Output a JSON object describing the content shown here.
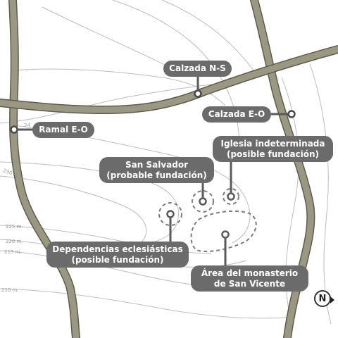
{
  "labels": {
    "calzada_ns": "Calzada N-S",
    "calzada_eo": "Calzada E-O",
    "ramal_eo": "Ramal E-O",
    "san_salvador": "San Salvador\n(probable fundación)",
    "iglesia": "Iglesia indeterminada\n(posible fundación)",
    "dependencias": "Dependencias eclesiásticas\n(posible fundación)",
    "area_monasterio": "Área del monasterio\nde San Vicente"
  },
  "contours": {
    "c210": "210 m.",
    "c215": "215 m.",
    "c220": "220 m.",
    "c225": "225 m.",
    "c230": "230 m.",
    "c240": "24"
  },
  "north_symbol": "N",
  "colors": {
    "label_bg": "#6b6b6b",
    "road": "#9a9783",
    "road_edge": "#5e5c4c",
    "contour": "#bdbdbd"
  }
}
